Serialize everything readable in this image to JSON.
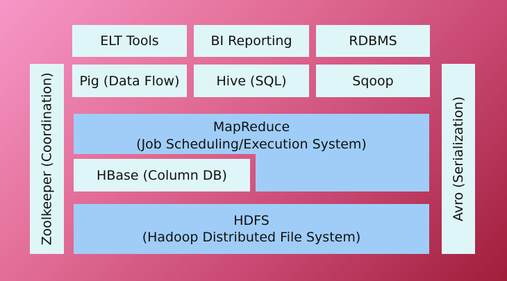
{
  "top_row": [
    {
      "label": "ELT Tools"
    },
    {
      "label": "BI Reporting"
    },
    {
      "label": "RDBMS"
    }
  ],
  "second_row": [
    {
      "label": "Pig (Data Flow)"
    },
    {
      "label": "Hive (SQL)"
    },
    {
      "label": "Sqoop"
    }
  ],
  "mapreduce": {
    "title": "MapReduce",
    "subtitle": "(Job Scheduling/Execution System)"
  },
  "hbase": {
    "label": "HBase (Column DB)"
  },
  "hdfs": {
    "title": "HDFS",
    "subtitle": "(Hadoop Distributed File System)"
  },
  "left_column": {
    "label": "Zoolkeeper (Coordination)"
  },
  "right_column": {
    "label": "Avro (Serialization)"
  },
  "colors": {
    "pale_box": "#dff6f8",
    "blue_box": "#9fcdf8",
    "background_start": "#f797c8",
    "background_end": "#a11d3a"
  }
}
